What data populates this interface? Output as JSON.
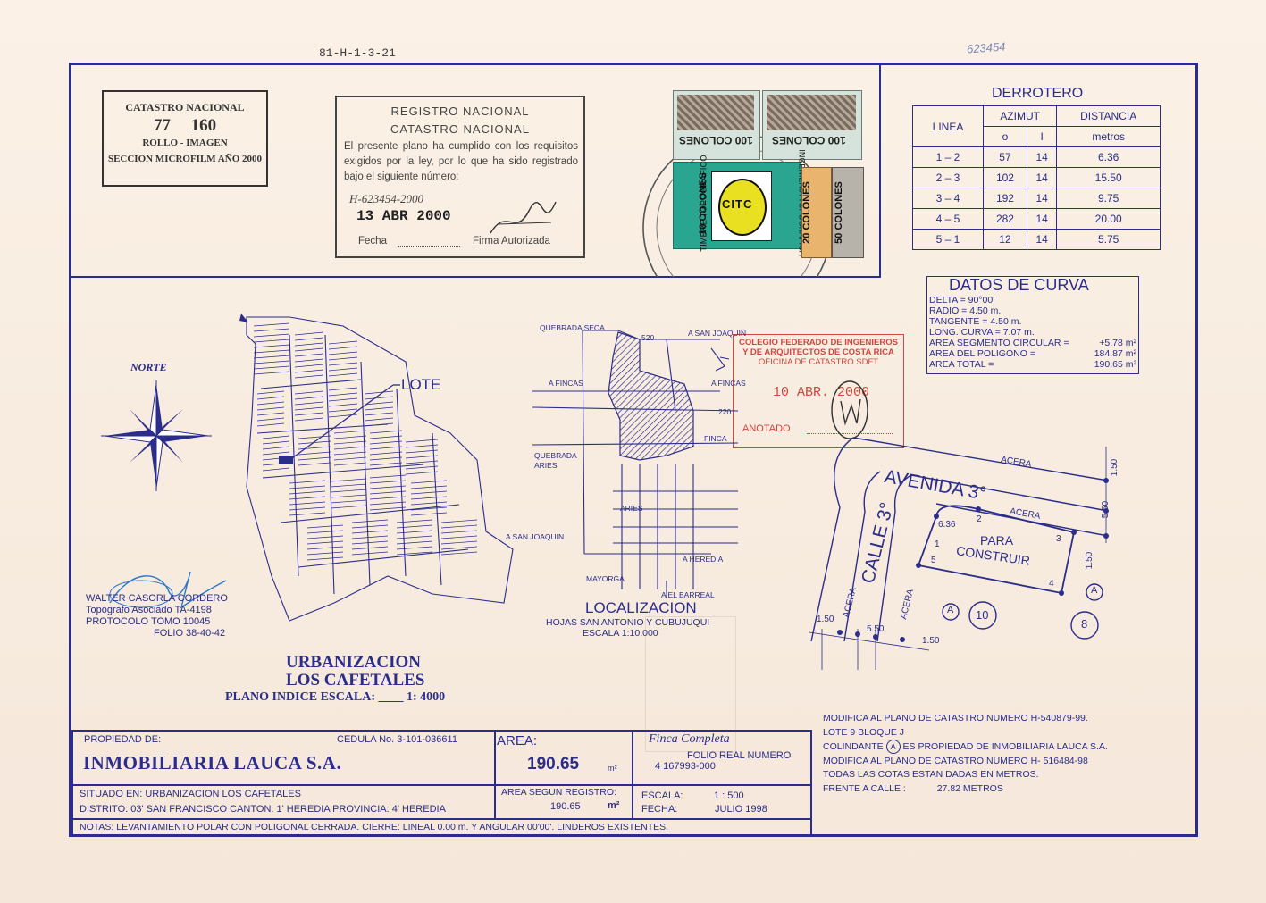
{
  "header": {
    "ref_code": "81-H-1-3-21",
    "handwritten_number": "623454"
  },
  "catastro_stamp": {
    "title": "CATASTRO NACIONAL",
    "number_a": "77",
    "number_b": "160",
    "line2": "ROLLO - IMAGEN",
    "line3": "SECCION MICROFILM AÑO 2000"
  },
  "registro_stamp": {
    "title1": "REGISTRO NACIONAL",
    "title2": "CATASTRO NACIONAL",
    "body": "El presente plano ha cumplido con los requisitos exigidos por la ley, por lo que ha sido registrado bajo el siguiente número:",
    "number": "H-623454-2000",
    "date": "13 ABR 2000",
    "fecha_label": "Fecha",
    "firma_label": "Firma Autorizada"
  },
  "revenue_stamps": {
    "top_left": "100 COLONES",
    "top_right": "100 COLONES",
    "green": "10 COLONES",
    "green_side": "TIMBRE TOPOGRAFICO",
    "mid": "INGENIERIA TOPOGRAFICA",
    "orange": "20 COLONES",
    "gray": "50 COLONES",
    "badge": "CITC"
  },
  "derrotero": {
    "title": "DERROTERO",
    "col_linea": "LINEA",
    "col_azimut": "AZIMUT",
    "col_distancia": "DISTANCIA",
    "sub_deg": "o",
    "sub_min": "I",
    "sub_units": "metros",
    "rows": [
      {
        "linea": "1 – 2",
        "deg": "57",
        "min": "14",
        "dist": "6.36"
      },
      {
        "linea": "2 – 3",
        "deg": "102",
        "min": "14",
        "dist": "15.50"
      },
      {
        "linea": "3 – 4",
        "deg": "192",
        "min": "14",
        "dist": "9.75"
      },
      {
        "linea": "4 – 5",
        "deg": "282",
        "min": "14",
        "dist": "20.00"
      },
      {
        "linea": "5 – 1",
        "deg": "12",
        "min": "14",
        "dist": "5.75"
      }
    ]
  },
  "curva": {
    "title": "DATOS DE CURVA",
    "delta": "DELTA = 90°00'",
    "radio": "RADIO = 4.50 m.",
    "tangente": "TANGENTE = 4.50 m.",
    "long": "LONG. CURVA = 7.07 m.",
    "seg_label": "AREA SEGMENTO CIRCULAR =",
    "seg_value": "+5.78 m²",
    "pol_label": "AREA DEL POLIGONO =",
    "pol_value": "184.87 m²",
    "tot_label": "AREA TOTAL =",
    "tot_value": "190.65 m²"
  },
  "colegio_stamp": {
    "line1": "COLEGIO FEDERADO DE INGENIEROS",
    "line2": "Y DE ARQUITECTOS DE COSTA RICA",
    "line3": "OFICINA DE CATASTRO SDFT",
    "date": "10 ABR. 2000",
    "anotado": "ANOTADO"
  },
  "index_map": {
    "north": "NORTE",
    "lote": "LOTE",
    "title1": "URBANIZACION",
    "title2": "LOS CAFETALES",
    "scale": "PLANO INDICE ESCALA: ____ 1: 4000"
  },
  "surveyor": {
    "name": "WALTER CASORLA CORDERO",
    "role": "Topografo Asociado TA-4198",
    "protocolo": "PROTOCOLO TOMO 10045",
    "folio": "FOLIO 38-40-42"
  },
  "localizacion": {
    "title": "LOCALIZACION",
    "sub1": "HOJAS SAN ANTONIO Y CUBUJUQUI",
    "sub2": "ESCALA 1:10.000",
    "quebrada_seca": "QUEBRADA SECA",
    "a_san_joaquin_top": "A SAN JOAQUIN",
    "num_520": "520",
    "a_fincas_left": "A FINCAS",
    "a_fincas_right": "A FINCAS",
    "num_220": "220",
    "finca": "FINCA",
    "quebrada_aries": "QUEBRADA ARIES",
    "aries": "ARIES",
    "a_san_joaquin_left": "A SAN JOAQUIN",
    "a_heredia": "A HEREDIA",
    "mayorga": "MAYORGA",
    "a_el_barreal": "A EL BARREAL"
  },
  "lot_plan": {
    "avenida": "AVENIDA 3°",
    "calle": "CALLE 3°",
    "acera": "ACERA",
    "para": "PARA",
    "construir": "CONSTRUIR",
    "d150": "1.50",
    "d550": "5.50",
    "d636": "6.36",
    "p1": "1",
    "p2": "2",
    "p3": "3",
    "p4": "4",
    "p5": "5",
    "a_label": "A",
    "lot10": "10",
    "lot8": "8"
  },
  "notes": {
    "l1": "MODIFICA AL PLANO DE CATASTRO NUMERO H-540879-99.",
    "l2": "LOTE 9 BLOQUE J",
    "l3a": "COLINDANTE",
    "l3b": "ES PROPIEDAD DE INMOBILIARIA LAUCA S.A.",
    "l4": "MODIFICA AL PLANO DE CATASTRO NUMERO H- 516484-98",
    "l5": "TODAS LAS COTAS ESTAN DADAS EN METROS.",
    "l6a": "FRENTE A CALLE :",
    "l6b": "27.82 METROS"
  },
  "title_block": {
    "propiedad_label": "PROPIEDAD DE:",
    "cedula": "CEDULA No. 3-101-036611",
    "owner": "INMOBILIARIA LAUCA S.A.",
    "area_label": "AREA:",
    "area_value": "190.65",
    "area_unit": "m²",
    "finca": "Finca Completa",
    "folio_label": "FOLIO REAL NUMERO",
    "folio_number": "4 167993-000",
    "situado": "SITUADO EN: URBANIZACION LOS CAFETALES",
    "distrito": "DISTRITO: 03' SAN FRANCISCO CANTON: 1' HEREDIA PROVINCIA: 4' HEREDIA",
    "area_reg_label": "AREA SEGUN REGISTRO:",
    "area_reg_value": "190.65",
    "area_reg_unit": "m²",
    "escala_label": "ESCALA:",
    "escala_value": "1 : 500",
    "fecha_label": "FECHA:",
    "fecha_value": "JULIO 1998",
    "notas": "NOTAS: LEVANTAMIENTO POLAR CON POLIGONAL CERRADA. CIERRE: LINEAL 0.00 m. Y ANGULAR 00'00'. LINDEROS EXISTENTES."
  }
}
